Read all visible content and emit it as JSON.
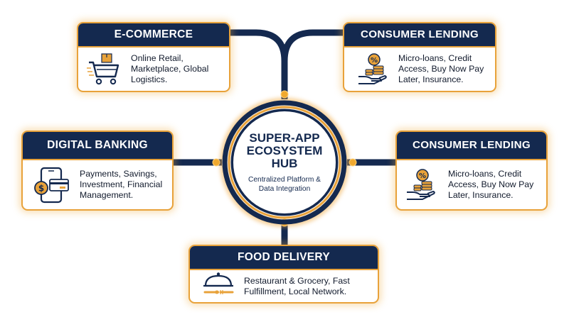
{
  "hub": {
    "title": "SUPER-APP ECOSYSTEM HUB",
    "subtitle": "Centralized Platform & Data Integration"
  },
  "modules": [
    {
      "id": "ecommerce",
      "title": "E-COMMERCE",
      "description": "Online Retail, Marketplace, Global Logistics.",
      "icon": "shopping-cart-icon"
    },
    {
      "id": "consumer-lending-top",
      "title": "CONSUMER LENDING",
      "description": "Micro-loans, Credit Access, Buy Now Pay Later, Insurance.",
      "icon": "hand-coins-percent-icon"
    },
    {
      "id": "digital-banking",
      "title": "DIGITAL BANKING",
      "description": "Payments, Savings, Investment, Financial Management.",
      "icon": "mobile-banking-icon"
    },
    {
      "id": "consumer-lending-right",
      "title": "CONSUMER LENDING",
      "description": "Micro-loans, Credit Access, Buy Now Pay Later, Insurance.",
      "icon": "hand-coins-percent-icon"
    },
    {
      "id": "food-delivery",
      "title": "FOOD DELIVERY",
      "description": "Restaurant & Grocery, Fast Fulfillment, Local Network.",
      "icon": "cloche-cutlery-icon"
    }
  ],
  "colors": {
    "navy": "#14294f",
    "gold": "#e8a23a",
    "text": "#111a2c",
    "background": "#ffffff"
  }
}
